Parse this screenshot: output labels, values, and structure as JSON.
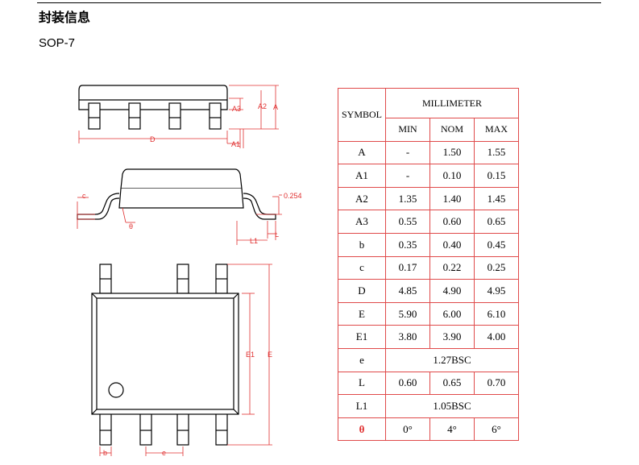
{
  "page": {
    "title": "封装信息",
    "package": "SOP-7"
  },
  "drawing": {
    "labels": {
      "A3": "A3",
      "A2": "A2",
      "A": "A",
      "D": "D",
      "A1": "A1",
      "c": "c",
      "dim_0254": "0.254",
      "theta": "θ",
      "L1": "L1",
      "L": "L",
      "E1": "E1",
      "E": "E",
      "b": "b",
      "e": "e"
    },
    "colors": {
      "dimension": "#e03030",
      "table_border": "#e04a4a",
      "outline": "#000000"
    }
  },
  "table": {
    "header": {
      "symbol": "SYMBOL",
      "unit": "MILLIMETER",
      "min": "MIN",
      "nom": "NOM",
      "max": "MAX"
    },
    "rows": [
      {
        "sym": "A",
        "min": "-",
        "nom": "1.50",
        "max": "1.55"
      },
      {
        "sym": "A1",
        "min": "-",
        "nom": "0.10",
        "max": "0.15"
      },
      {
        "sym": "A2",
        "min": "1.35",
        "nom": "1.40",
        "max": "1.45"
      },
      {
        "sym": "A3",
        "min": "0.55",
        "nom": "0.60",
        "max": "0.65"
      },
      {
        "sym": "b",
        "min": "0.35",
        "nom": "0.40",
        "max": "0.45"
      },
      {
        "sym": "c",
        "min": "0.17",
        "nom": "0.22",
        "max": "0.25"
      },
      {
        "sym": "D",
        "min": "4.85",
        "nom": "4.90",
        "max": "4.95"
      },
      {
        "sym": "E",
        "min": "5.90",
        "nom": "6.00",
        "max": "6.10"
      },
      {
        "sym": "E1",
        "min": "3.80",
        "nom": "3.90",
        "max": "4.00"
      },
      {
        "sym": "e",
        "bsc": "1.27BSC"
      },
      {
        "sym": "L",
        "min": "0.60",
        "nom": "0.65",
        "max": "0.70"
      },
      {
        "sym": "L1",
        "bsc": "1.05BSC"
      },
      {
        "sym": "θ",
        "min": "0°",
        "nom": "4°",
        "max": "6°"
      }
    ]
  }
}
